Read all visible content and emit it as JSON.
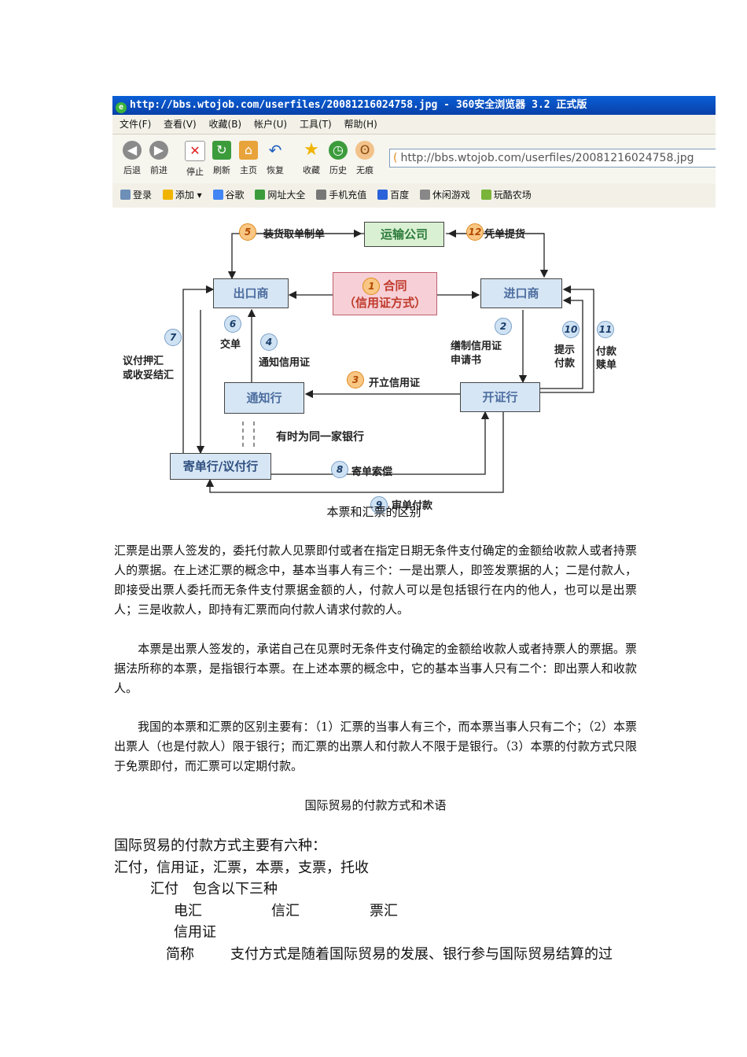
{
  "browser": {
    "title": "http://bbs.wtojob.com/userfiles/20081216024758.jpg - 360安全浏览器 3.2 正式版",
    "menu": [
      "文件(F)",
      "查看(V)",
      "收藏(B)",
      "帐户(U)",
      "工具(T)",
      "帮助(H)"
    ],
    "toolbar": [
      "后退",
      "前进",
      "停止",
      "刷新",
      "主页",
      "恢复",
      "收藏",
      "历史",
      "无痕"
    ],
    "address": "http://bbs.wtojob.com/userfiles/20081216024758.jpg",
    "favorites": [
      "登录",
      "添加",
      "谷歌",
      "网址大全",
      "手机充值",
      "百度",
      "休闲游戏",
      "玩酷农场"
    ]
  },
  "diagram": {
    "boxes": {
      "transport": "运输公司",
      "exporter": "出口商",
      "contract_line1": "合同",
      "contract_line2": "（信用证方式）",
      "importer": "进口商",
      "advising_bank": "通知行",
      "issuing_bank": "开证行",
      "negotiating_bank": "寄单行/议付行"
    },
    "steps": [
      {
        "num": "1"
      },
      {
        "num": "2",
        "label": "缮制信用证申请书"
      },
      {
        "num": "3",
        "label": "开立信用证"
      },
      {
        "num": "4",
        "label": "通知信用证"
      },
      {
        "num": "5",
        "label": "装货取单制单"
      },
      {
        "num": "6",
        "label": "交单"
      },
      {
        "num": "7",
        "label": "议付押汇或收妥结汇"
      },
      {
        "num": "8",
        "label": "寄单索偿"
      },
      {
        "num": "9",
        "label": "审单付款"
      },
      {
        "num": "10",
        "label": "提示付款"
      },
      {
        "num": "11",
        "label": "付款赎单"
      },
      {
        "num": "12",
        "label": "凭单提货"
      }
    ],
    "note": "有时为同一家银行",
    "l2a": "缮制信用证",
    "l2b": "申请书",
    "l7a": "议付押汇",
    "l7b": "或收妥结汇",
    "l10a": "提示",
    "l10b": "付款",
    "l11a": "付款",
    "l11b": "赎单"
  },
  "caption": "本票和汇票的区别",
  "paragraphs": [
    "汇票是出票人签发的，委托付款人见票即付或者在指定日期无条件支付确定的金额给收款人或者持票人的票据。在上述汇票的概念中，基本当事人有三个：一是出票人，即签发票据的人；二是付款人，即接受出票人委托而无条件支付票据金额的人，付款人可以是包括银行在内的他人，也可以是出票人；三是收款人，即持有汇票而向付款人请求付款的人。",
    "　　本票是出票人签发的，承诺自己在见票时无条件支付确定的金额给收款人或者持票人的票据。票据法所称的本票，是指银行本票。在上述本票的概念中，它的基本当事人只有二个：即出票人和收款人。",
    "　　我国的本票和汇票的区别主要有：（1）汇票的当事人有三个，而本票当事人只有二个；（2）本票出票人（也是付款人）限于银行；而汇票的出票人和付款人不限于是银行。（3）本票的付款方式只限于免票即付，而汇票可以定期付款。"
  ],
  "section_title": "国际贸易的付款方式和术语",
  "section": {
    "line1": "国际贸易的付款方式主要有六种：",
    "line2": "汇付，信用证，汇票，本票，支票，托收",
    "line3": "汇付　包含以下三种",
    "line4_a": "电汇",
    "line4_b": "信汇",
    "line4_c": "票汇",
    "line5": "信用证",
    "line6_a": "简称",
    "line6_b": "支付方式是随着国际贸易的发展、银行参与国际贸易结算的过"
  }
}
